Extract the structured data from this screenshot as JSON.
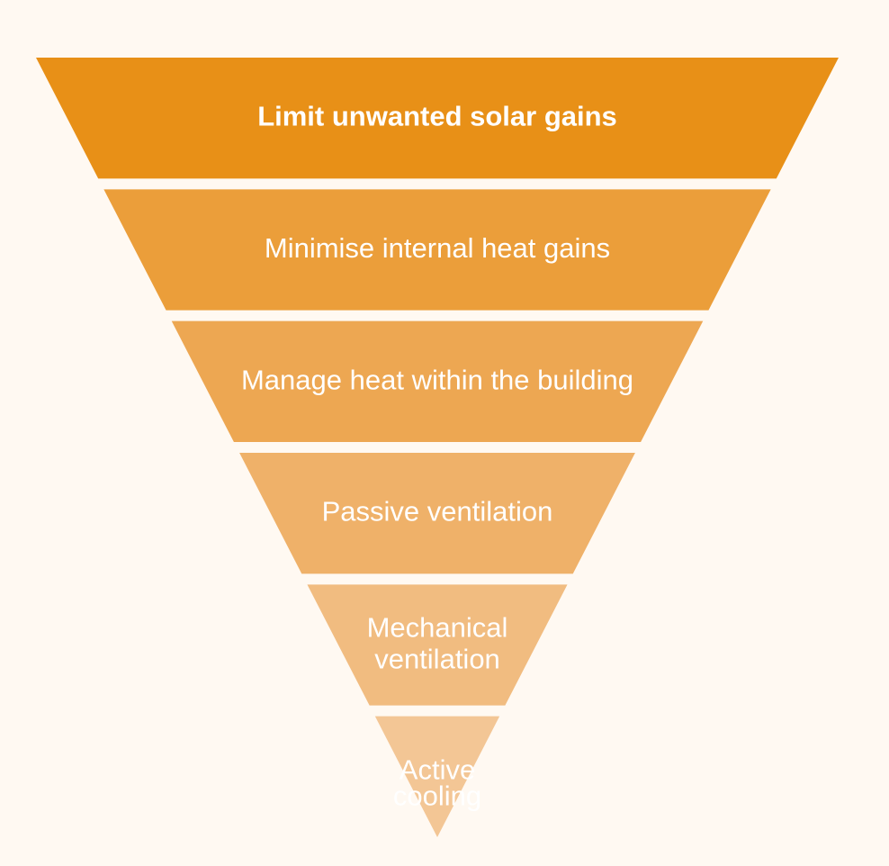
{
  "colors": {
    "background": "#fff9f2",
    "text": "#ffffff"
  },
  "pyramid": {
    "tiers": [
      {
        "lines": [
          "Limit unwanted solar gains"
        ],
        "color": "#e89017"
      },
      {
        "lines": [
          "Minimise internal heat gains"
        ],
        "color": "#eb9e3a"
      },
      {
        "lines": [
          "Manage heat within the building"
        ],
        "color": "#eda752"
      },
      {
        "lines": [
          "Passive ventilation"
        ],
        "color": "#efb169"
      },
      {
        "lines": [
          "Mechanical",
          "ventilation"
        ],
        "color": "#f1bc80"
      },
      {
        "lines": [
          "Active",
          "cooling"
        ],
        "color": "#f3c695"
      }
    ]
  }
}
